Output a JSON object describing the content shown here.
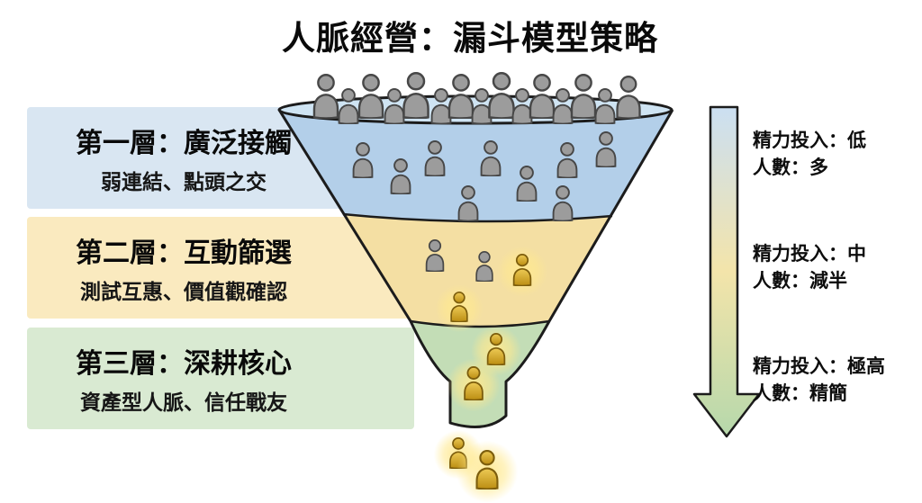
{
  "title": "人脈經營：漏斗模型策略",
  "layers": [
    {
      "heading": "第一層：廣泛接觸",
      "subtext": "弱連結、點頭之交",
      "energy": "精力投入：低",
      "count": "人數：多"
    },
    {
      "heading": "第二層：互動篩選",
      "subtext": "測試互惠、價值觀確認",
      "energy": "精力投入：中",
      "count": "人數：減半"
    },
    {
      "heading": "第三層：深耕核心",
      "subtext": "資產型人脈、信任戰友",
      "energy": "精力投入：極高",
      "count": "人數：精簡"
    }
  ],
  "icons": {
    "person": "person-silhouette-icon",
    "arrow": "down-arrow-icon"
  },
  "people": {
    "rim_gray": [
      [
        362,
        82,
        50
      ],
      [
        387,
        98,
        40
      ],
      [
        412,
        82,
        50
      ],
      [
        438,
        98,
        40
      ],
      [
        462,
        80,
        52
      ],
      [
        490,
        98,
        40
      ],
      [
        512,
        82,
        50
      ],
      [
        535,
        98,
        40
      ],
      [
        557,
        80,
        52
      ],
      [
        580,
        98,
        40
      ],
      [
        602,
        82,
        50
      ],
      [
        625,
        98,
        40
      ],
      [
        648,
        82,
        50
      ],
      [
        672,
        98,
        40
      ],
      [
        698,
        84,
        48
      ]
    ],
    "tier1_gray": [
      [
        403,
        158,
        40
      ],
      [
        445,
        176,
        40
      ],
      [
        483,
        156,
        40
      ],
      [
        545,
        156,
        40
      ],
      [
        520,
        206,
        40
      ],
      [
        585,
        184,
        40
      ],
      [
        630,
        158,
        40
      ],
      [
        673,
        146,
        40
      ],
      [
        625,
        206,
        40
      ]
    ],
    "tier2_gray": [
      [
        483,
        266,
        36
      ],
      [
        538,
        279,
        34
      ]
    ],
    "tier2_gold": [
      [
        580,
        282,
        36
      ],
      [
        510,
        324,
        34
      ]
    ],
    "tier3_gold": [
      [
        551,
        370,
        36
      ],
      [
        526,
        407,
        38
      ]
    ],
    "out_gold": [
      [
        509,
        486,
        35
      ],
      [
        541,
        500,
        44
      ]
    ]
  },
  "colors": {
    "band1": "#d9e6f2",
    "band2": "#faeabf",
    "band3": "#d9ead2",
    "rim": "#cfe4f3",
    "funnelblue": "#b3cfe9",
    "funnelyellow": "#f4dfa3",
    "funnelgreen": "#c3ddb6",
    "ink": "#1c1c1c",
    "persongray": "#9c9c9c",
    "persongraystroke": "#474747",
    "gold1": "#edca55",
    "gold2": "#bb8d12",
    "goldstroke": "#7c5d0d",
    "glow": "#ffe98f",
    "arrow1": "#cbdff2",
    "arrow2": "#f3e4aa",
    "arrow3": "#b6d8ab",
    "text": "#0d0d0d"
  }
}
